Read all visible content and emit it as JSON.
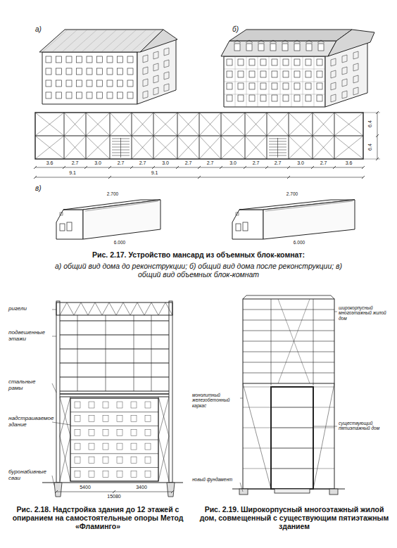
{
  "diagram": {
    "labels": [
      "а)",
      "б)",
      "в)",
      "3.6",
      "2.7",
      "3.0",
      "2.7",
      "2.7",
      "3.0",
      "2.7",
      "2.7",
      "3.0",
      "2.7",
      "2.7",
      "3.0",
      "2.7",
      "3.6",
      "9.1",
      "9.1",
      "6.4",
      "6.4",
      "2.700",
      "6.000",
      "2.700",
      "6.000",
      "Рис. 2.17. Устройство мансард из объемных блок-комнат:",
      "а) общий вид дома до реконструкции; б) общий вид дома после реконструкции; в) общий вид объемных блок-комнат",
      "ригели",
      "подвешенные этажи",
      "стальные рамы",
      "надстраиваемое здание",
      "буронабивные сваи",
      "5400",
      "3400",
      "15080",
      "Рис. 2.18. Надстройка здания до 12 этажей с опиранием на самостоятельные опоры Метод «Фламинго»",
      "Рис. 2.19. Широкорпусный многоэтажный жилой дом, совмещенный с существующим пятиэтажным зданием",
      "широкорпусный многоэтажный жилой дом",
      "монолитный железобетонный каркас",
      "существующий пятиэтажный дом",
      "новый фундамент"
    ]
  }
}
